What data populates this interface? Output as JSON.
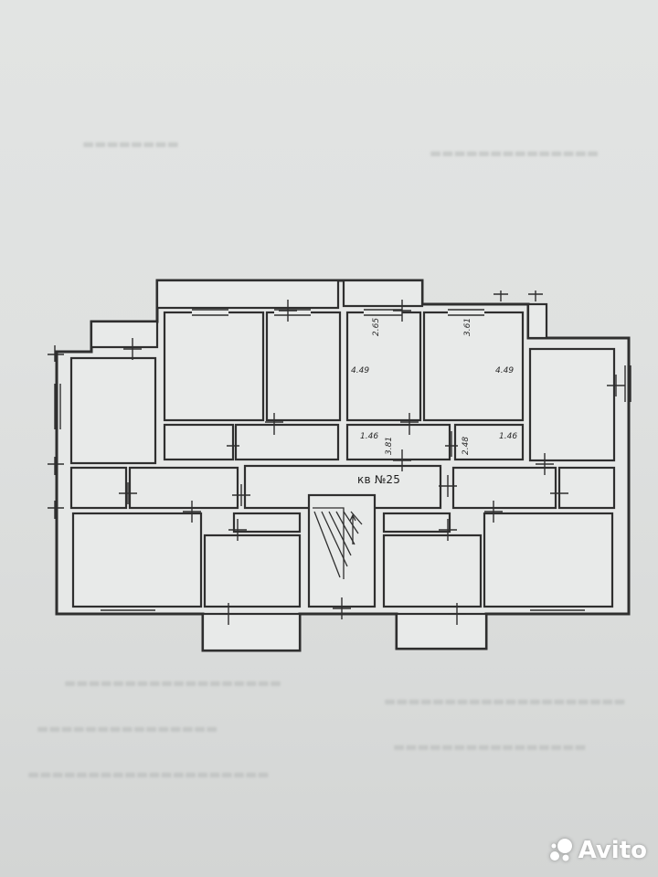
{
  "plan": {
    "apartment_label": "кв №25",
    "dimensions": {
      "room_a_height": "2.65",
      "room_a_width": "4.49",
      "room_b_height": "3.61",
      "room_b_width": "4.49",
      "corridor_left": "1.46",
      "corridor_mid": "3.81",
      "corridor_right_v": "2.48",
      "corridor_right": "1.46"
    }
  },
  "watermark": {
    "text": "Avito",
    "icon": "avito-dots-icon",
    "color": "#ffffff"
  },
  "colors": {
    "paper": "#dfe1e0",
    "wall": "#2f2f2f",
    "floor": "#e8eae9"
  }
}
